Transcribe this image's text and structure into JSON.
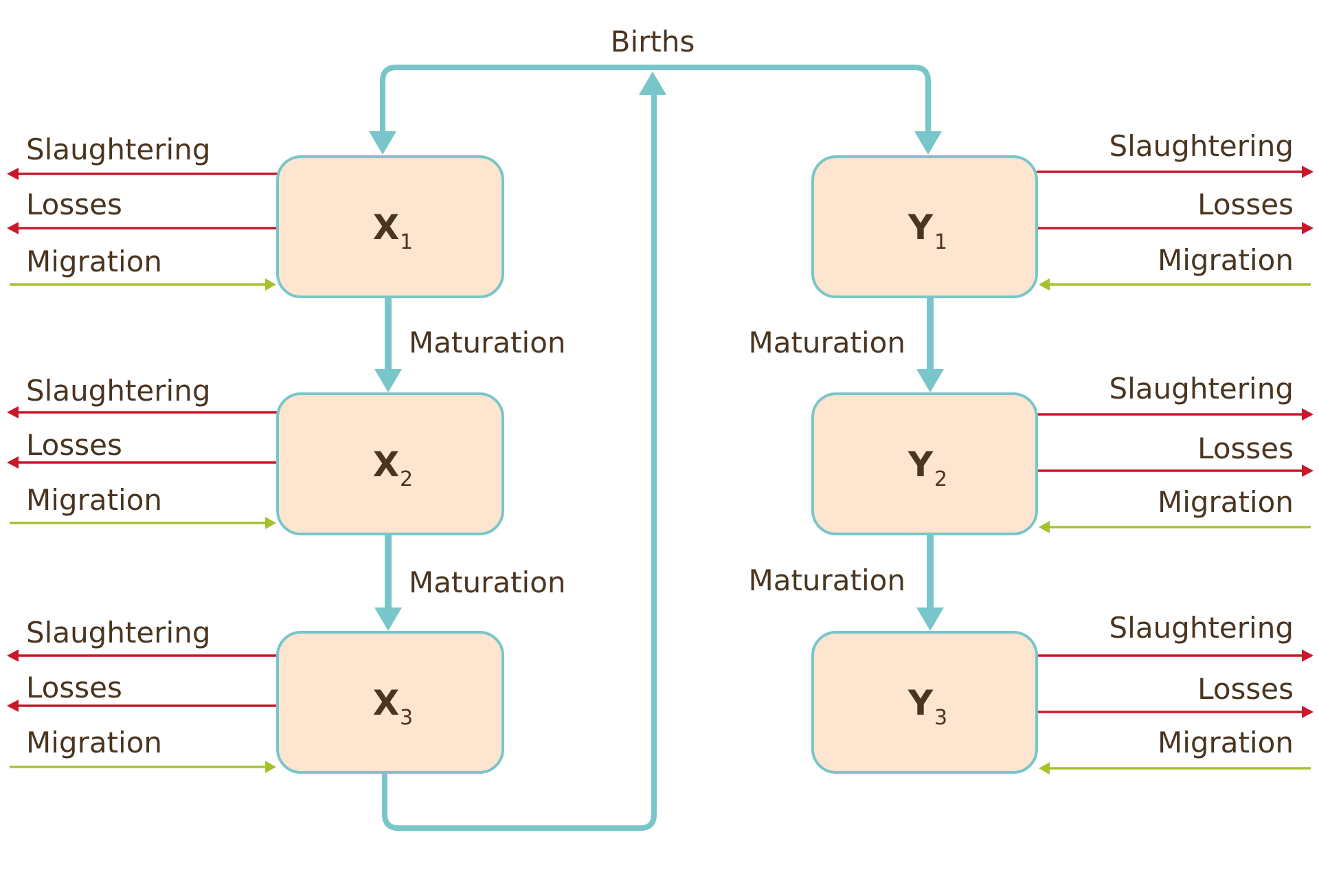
{
  "title": "Births",
  "colors": {
    "flow": "#78c6c9",
    "outflow": "#c8182a",
    "inflow": "#a5c22e",
    "box_fill": "#fde5cf",
    "text": "#4a3520"
  },
  "births_label": "Births",
  "left_column": {
    "boxes": [
      {
        "letter": "X",
        "sub": "1"
      },
      {
        "letter": "X",
        "sub": "2"
      },
      {
        "letter": "X",
        "sub": "3"
      }
    ],
    "maturation_labels": [
      "Maturation",
      "Maturation"
    ],
    "flows": [
      {
        "slaughter": "Slaughtering",
        "losses": "Losses",
        "migration": "Migration"
      },
      {
        "slaughter": "Slaughtering",
        "losses": "Losses",
        "migration": "Migration"
      },
      {
        "slaughter": "Slaughtering",
        "losses": "Losses",
        "migration": "Migration"
      }
    ]
  },
  "right_column": {
    "boxes": [
      {
        "letter": "Y",
        "sub": "1"
      },
      {
        "letter": "Y",
        "sub": "2"
      },
      {
        "letter": "Y",
        "sub": "3"
      }
    ],
    "maturation_labels": [
      "Maturation",
      "Maturation"
    ],
    "flows": [
      {
        "slaughter": "Slaughtering",
        "losses": "Losses",
        "migration": "Migration"
      },
      {
        "slaughter": "Slaughtering",
        "losses": "Losses",
        "migration": "Migration"
      },
      {
        "slaughter": "Slaughtering",
        "losses": "Losses",
        "migration": "Migration"
      }
    ]
  }
}
